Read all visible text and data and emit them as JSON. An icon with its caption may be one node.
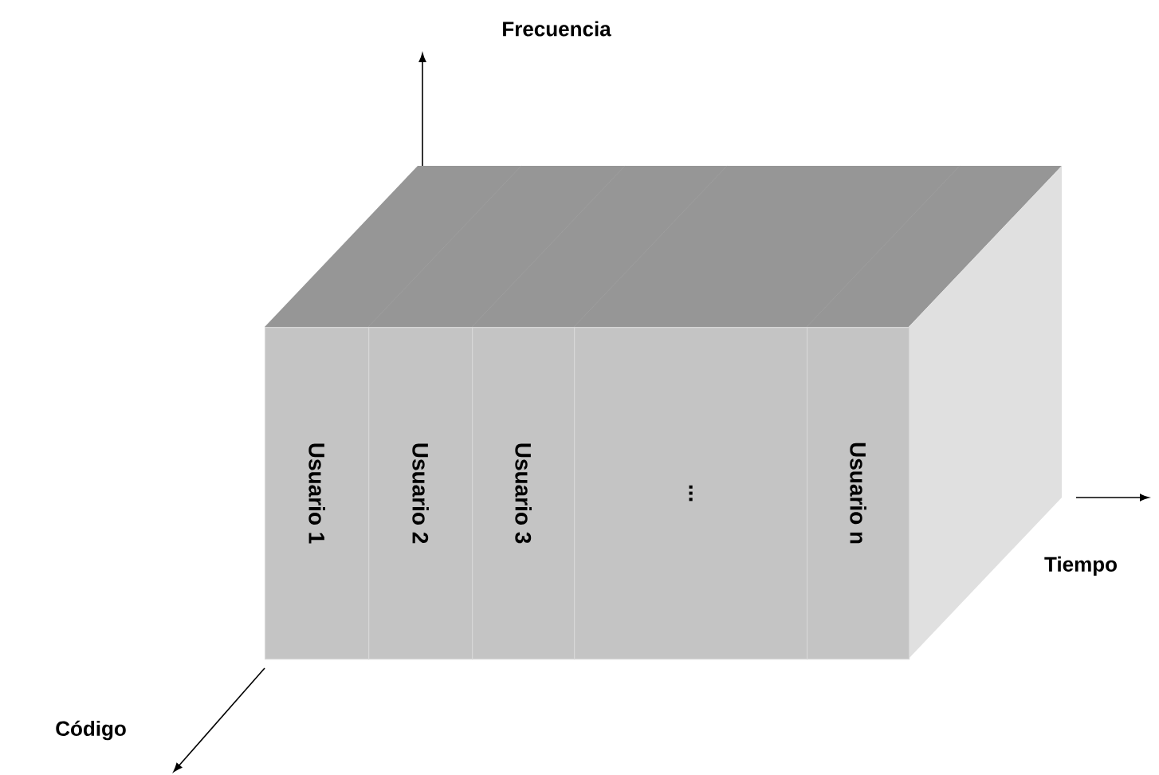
{
  "diagram": {
    "nodes": [
      {
        "text": [
          "Usuario 1"
        ]
      },
      {
        "text": [
          "Usuario 2"
        ]
      },
      {
        "text": [
          "Usuario 3"
        ]
      },
      {
        "text": [
          "..."
        ]
      },
      {
        "text": [
          "Usuario n"
        ]
      }
    ],
    "labels": [
      "Frecuencia",
      "Tiempo",
      "Código"
    ]
  }
}
